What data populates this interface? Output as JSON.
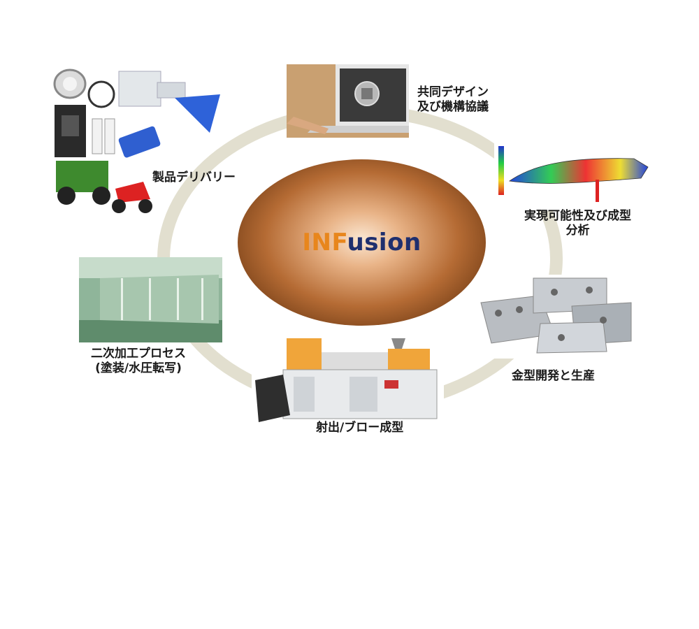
{
  "center": {
    "brand_part1": "INF",
    "brand_part2": "usion"
  },
  "stages": {
    "design": {
      "line1": "共同デザイン",
      "line2": "及び機構協議"
    },
    "analysis": {
      "line1": "実現可能性及び成型",
      "line2": "分析"
    },
    "mold": {
      "line1": "金型開発と生産"
    },
    "molding": {
      "line1": "射出/ブロー成型"
    },
    "secondary": {
      "line1": "二次加工プロセス",
      "line2": "(塗装/水圧転写)"
    },
    "delivery": {
      "line1": "製品デリバリー"
    }
  },
  "colors": {
    "ring": "#e2dfcf",
    "brand_orange": "#e8861c",
    "brand_navy": "#1f2f6e"
  }
}
